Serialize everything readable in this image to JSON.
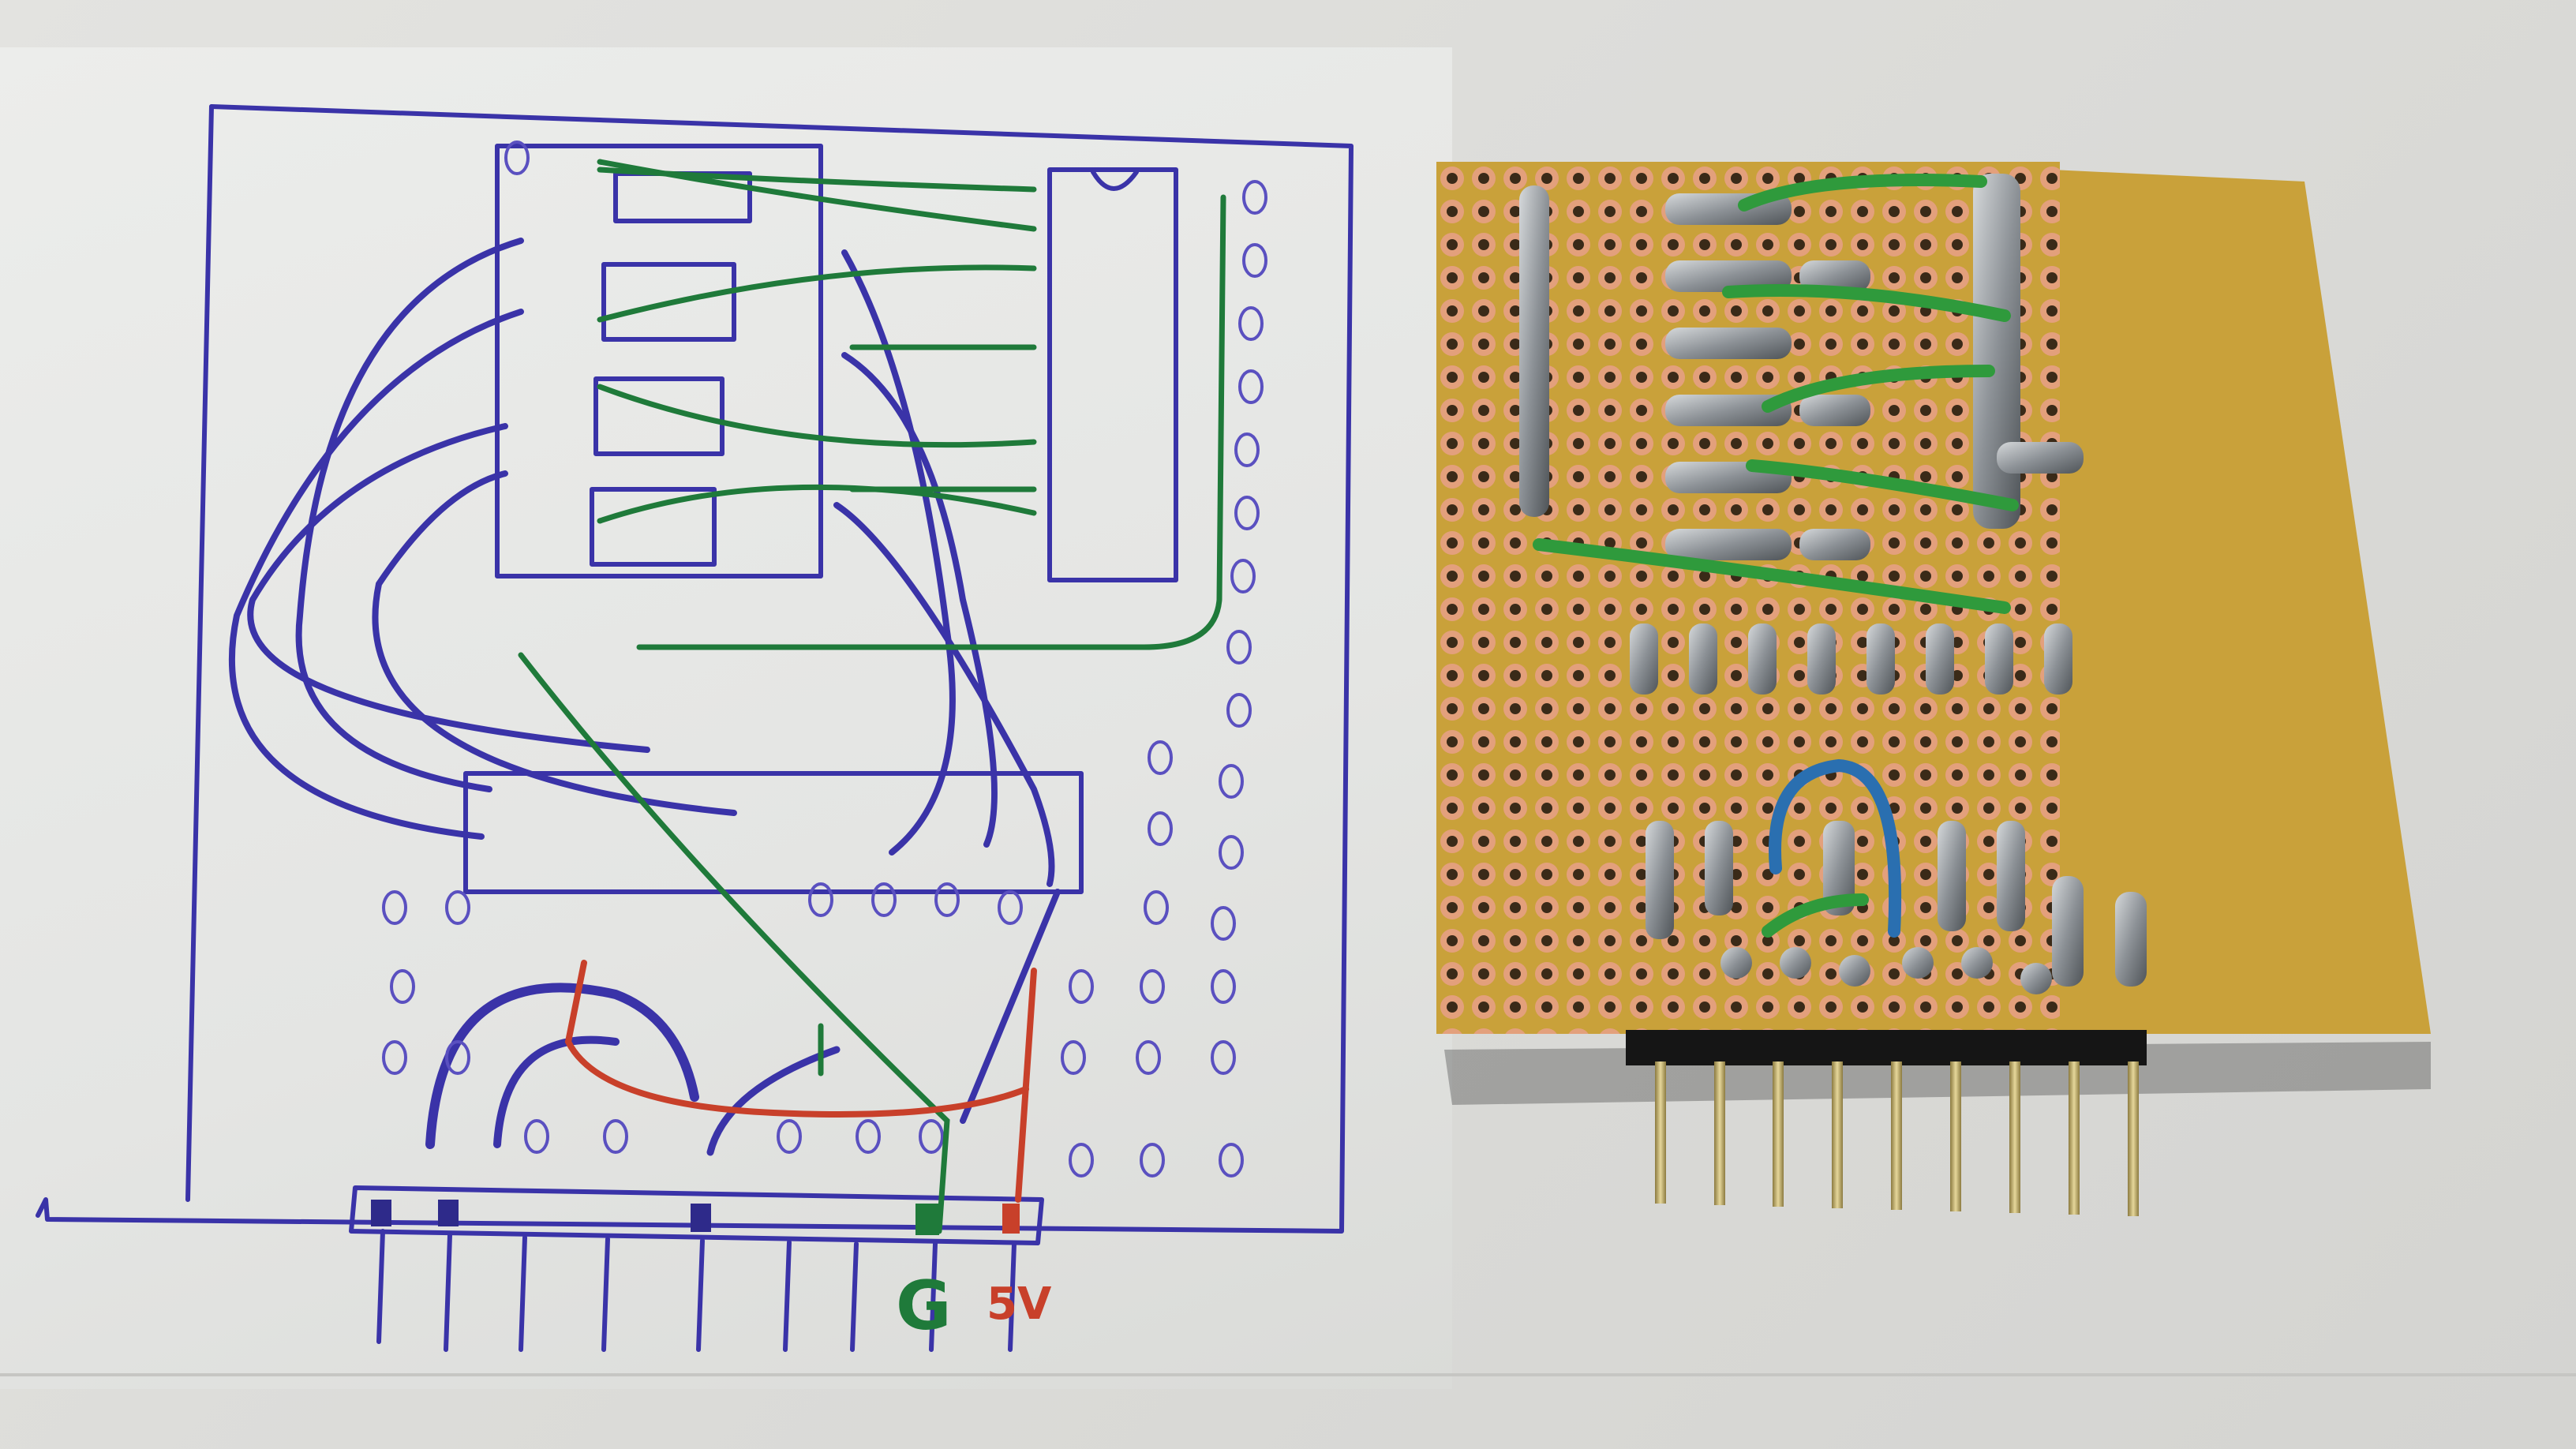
{
  "scene": {
    "description": "Hand-drawn stripboard layout sketch next to the finished soldered perfboard",
    "background_color": "#dcdcd9"
  },
  "drawing": {
    "ink_blue": "#3a33a8",
    "ink_green": "#1f7a3a",
    "ink_red": "#c8402a",
    "labels": {
      "ground": "G",
      "power": "5V"
    },
    "ground_color": "#1f7a3a",
    "power_color": "#c8402a",
    "dip_chip_count": 2,
    "header_pins": 9
  },
  "board": {
    "substrate_color": "#c9a13a",
    "pad_color": "#e3a07c",
    "solder_color": "#a9adb0",
    "jumper_green": "#2f9a3c",
    "jumper_blue": "#2a6fb0",
    "green_jumper_count": 6,
    "blue_jumper_count": 1,
    "header_pin_count": 9,
    "header_pin_color": "#c8b878"
  }
}
